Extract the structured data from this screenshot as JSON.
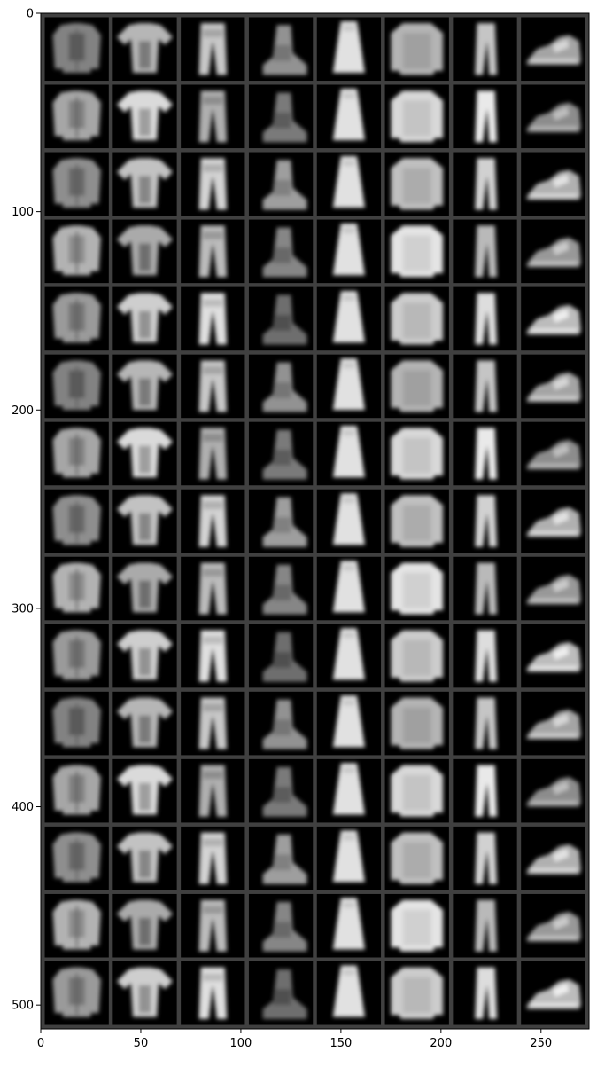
{
  "figure": {
    "grid": {
      "rows": 15,
      "cols": 8,
      "tile_size": 32,
      "padding": 2
    },
    "columns": [
      {
        "item": "coat-like"
      },
      {
        "item": "tshirt-like"
      },
      {
        "item": "trouser-like"
      },
      {
        "item": "boot-like"
      },
      {
        "item": "dress-like"
      },
      {
        "item": "pullover-like"
      },
      {
        "item": "trouser-like-narrow"
      },
      {
        "item": "sneaker-like"
      }
    ],
    "colors": {
      "frame": "#404040",
      "tile_bg": "#000000",
      "border_axis": "#000000"
    }
  },
  "axes": {
    "x_ticks": [
      {
        "value": 0,
        "label": "0"
      },
      {
        "value": 50,
        "label": "50"
      },
      {
        "value": 100,
        "label": "100"
      },
      {
        "value": 150,
        "label": "150"
      },
      {
        "value": 200,
        "label": "200"
      },
      {
        "value": 250,
        "label": "250"
      }
    ],
    "y_ticks": [
      {
        "value": 0,
        "label": "0"
      },
      {
        "value": 100,
        "label": "100"
      },
      {
        "value": 200,
        "label": "200"
      },
      {
        "value": 300,
        "label": "300"
      },
      {
        "value": 400,
        "label": "400"
      },
      {
        "value": 500,
        "label": "500"
      }
    ],
    "x_range": [
      0,
      274
    ],
    "y_range": [
      0,
      512
    ]
  }
}
